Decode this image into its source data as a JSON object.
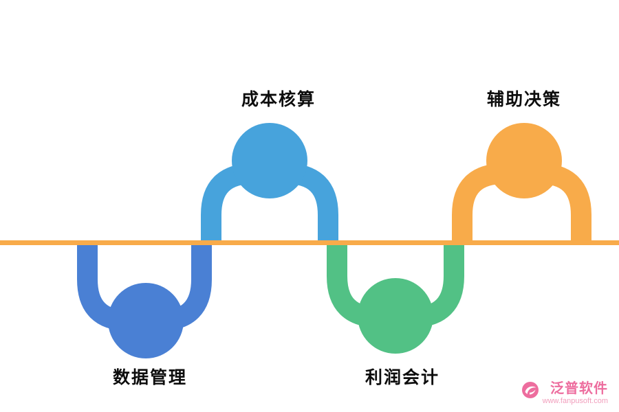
{
  "diagram": {
    "background": "#ffffff",
    "baseline_color": "#f8ab4a",
    "text_color": "#0d0d0d",
    "nodes": [
      {
        "id": "data-management",
        "label": "数据管理",
        "color": "#4a80d4",
        "side": "below"
      },
      {
        "id": "cost-accounting",
        "label": "成本核算",
        "color": "#47a3dc",
        "side": "above"
      },
      {
        "id": "profit-accounting",
        "label": "利润会计",
        "color": "#52c185",
        "side": "below"
      },
      {
        "id": "decision-support",
        "label": "辅助决策",
        "color": "#f8ab4a",
        "side": "above"
      }
    ]
  },
  "logo": {
    "name": "泛普软件",
    "url": "www.fanpusoft.com",
    "color": "#ed6d9e",
    "url_color": "#f19ebc"
  }
}
